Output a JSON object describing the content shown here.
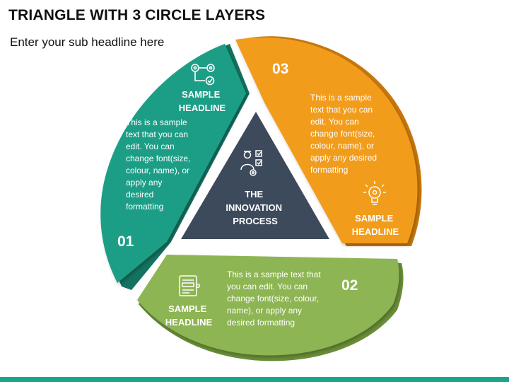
{
  "header": {
    "title": "TRIANGLE WITH 3 CIRCLE LAYERS",
    "subtitle": "Enter your sub headline here"
  },
  "center": {
    "lines": [
      "THE",
      "INNOVATION",
      "PROCESS"
    ],
    "icon": "innovation-process-icon"
  },
  "segments": [
    {
      "number": "01",
      "color": "#1e9e86",
      "shade": "#137361",
      "headline": [
        "SAMPLE",
        "HEADLINE"
      ],
      "icon": "gears-flow-icon",
      "text_lines": [
        "This is a sample",
        "text that you can",
        "edit. You can",
        "change font(size,",
        "colour, name), or",
        "apply any",
        "desired",
        "formatting"
      ]
    },
    {
      "number": "02",
      "color": "#8db552",
      "shade": "#6a8f38",
      "headline": [
        "SAMPLE",
        "HEADLINE"
      ],
      "icon": "machine-panel-icon",
      "text_lines": [
        "This is a sample text that",
        "you can edit. You can",
        "change font(size, colour,",
        "name), or apply any",
        "desired formatting"
      ]
    },
    {
      "number": "03",
      "color": "#f29c1f",
      "shade": "#c9780c",
      "headline": [
        "SAMPLE",
        "HEADLINE"
      ],
      "icon": "idea-bulb-icon",
      "text_lines": [
        "This is a sample",
        "text that you can",
        "edit. You can",
        "change font(size,",
        "colour, name), or",
        "apply any desired",
        "formatting"
      ]
    }
  ],
  "colors": {
    "triangle": "#3d4a5c",
    "triangle_border": "#ffffff",
    "bottom_bar": "#1aa58a"
  }
}
